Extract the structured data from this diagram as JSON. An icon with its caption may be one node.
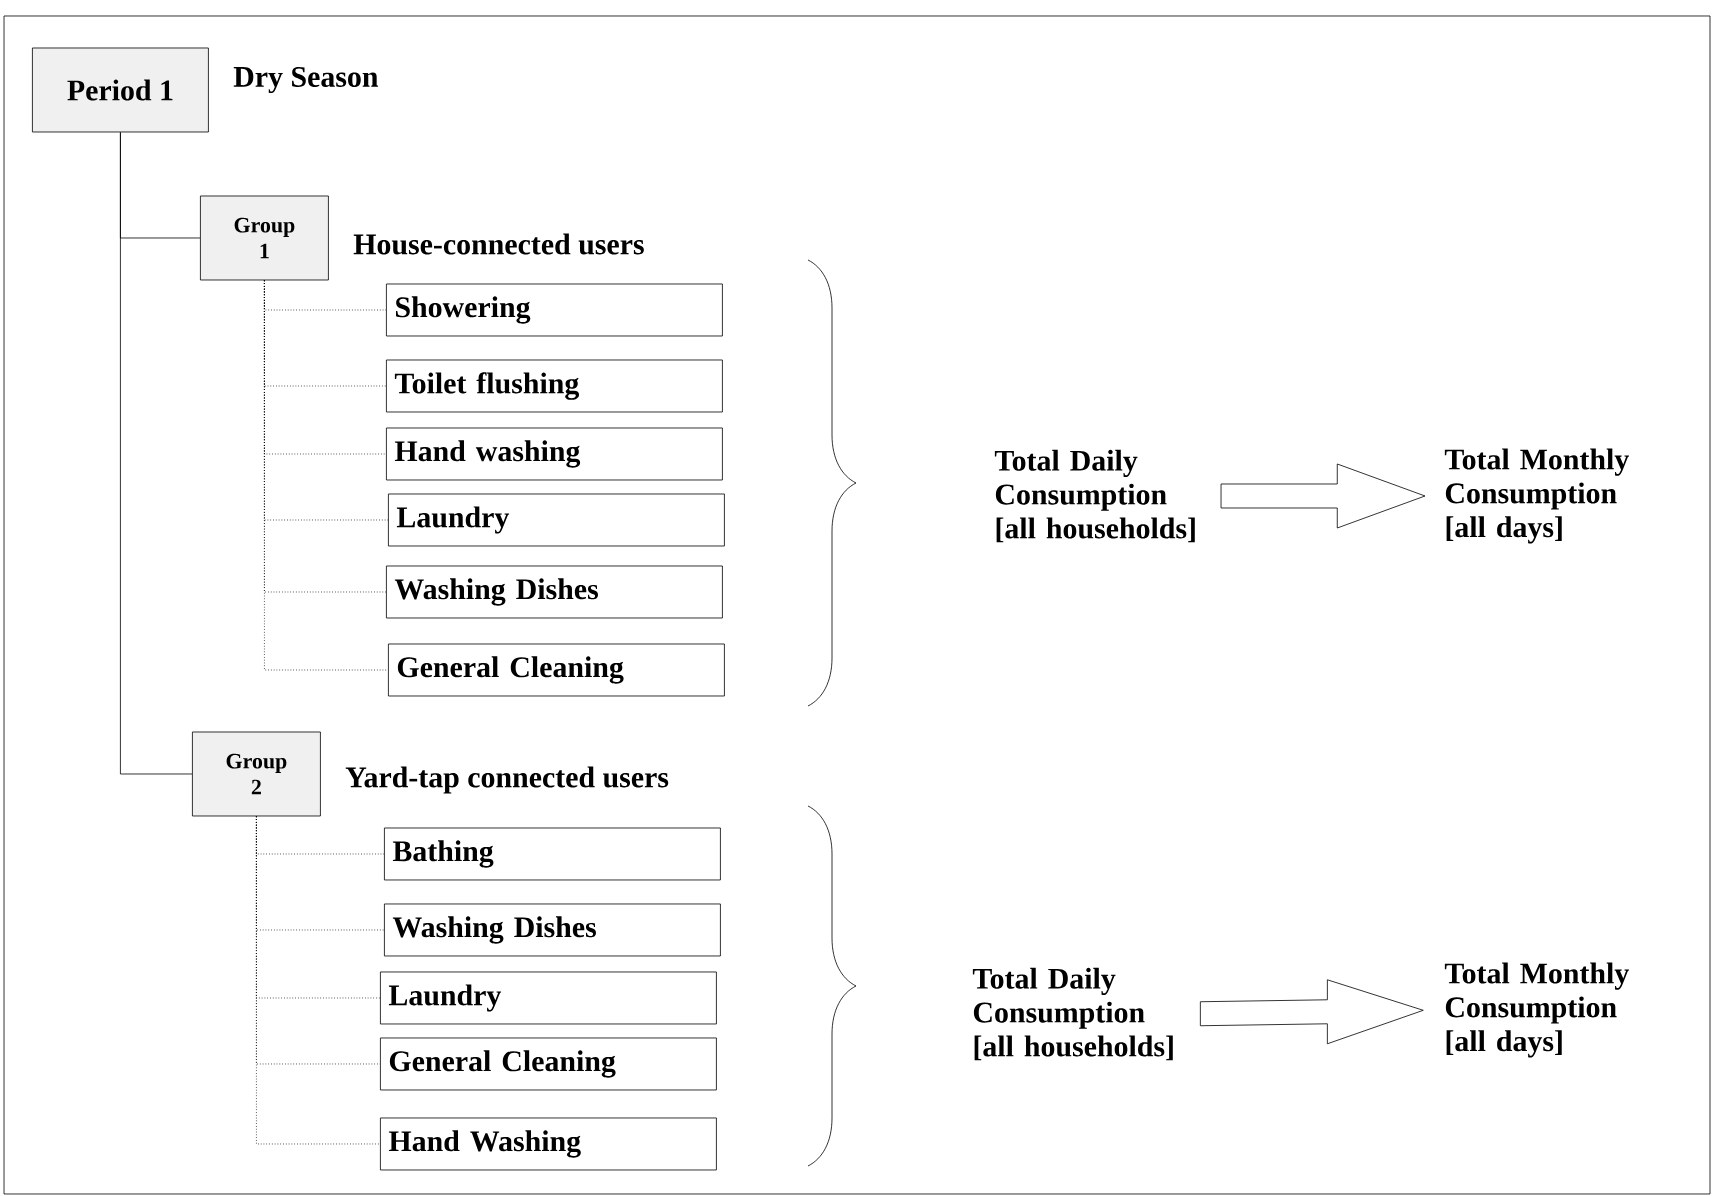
{
  "diagram": {
    "nodes": [
      {
        "text": [
          "Period 1"
        ],
        "beside": [
          "Dry Season"
        ]
      },
      {
        "text": [
          "Group 1"
        ],
        "beside": [
          "House-connected users"
        ]
      },
      {
        "text": [
          "Showering"
        ]
      },
      {
        "text": [
          "Toilet flushing"
        ]
      },
      {
        "text": [
          "Hand washing"
        ]
      },
      {
        "text": [
          "Laundry"
        ]
      },
      {
        "text": [
          "Washing Dishes"
        ]
      },
      {
        "text": [
          "General Cleaning"
        ]
      },
      {
        "text": [
          "Total Daily Consumption [all households]"
        ]
      },
      {
        "text": [
          "Total Monthly Consumption [all days]"
        ]
      },
      {
        "text": [
          "Group 2"
        ],
        "beside": [
          "Yard-tap connected users"
        ]
      },
      {
        "text": [
          "Bathing"
        ]
      },
      {
        "text": [
          "Washing Dishes"
        ]
      },
      {
        "text": [
          "Laundry"
        ]
      },
      {
        "text": [
          "General Cleaning"
        ]
      },
      {
        "text": [
          "Hand Washing"
        ]
      },
      {
        "text": [
          "Total Daily Consumption [all households]"
        ]
      },
      {
        "text": [
          "Total Monthly Consumption [all days]"
        ]
      }
    ],
    "edges": [
      {
        "from": 0,
        "to": 1,
        "arrow": "none"
      },
      {
        "from": 0,
        "to": 10,
        "arrow": "none"
      },
      {
        "from": 1,
        "to": 2,
        "arrow": "none",
        "style": "dashed"
      },
      {
        "from": 1,
        "to": 3,
        "arrow": "none",
        "style": "dashed"
      },
      {
        "from": 1,
        "to": 4,
        "arrow": "none",
        "style": "dashed"
      },
      {
        "from": 1,
        "to": 5,
        "arrow": "none",
        "style": "dashed"
      },
      {
        "from": 1,
        "to": 6,
        "arrow": "none",
        "style": "dashed"
      },
      {
        "from": 1,
        "to": 7,
        "arrow": "none",
        "style": "dashed"
      },
      {
        "from": 8,
        "to": 9,
        "arrow": "to"
      },
      {
        "from": 10,
        "to": 11,
        "arrow": "none",
        "style": "dashed"
      },
      {
        "from": 10,
        "to": 12,
        "arrow": "none",
        "style": "dashed"
      },
      {
        "from": 10,
        "to": 13,
        "arrow": "none",
        "style": "dashed"
      },
      {
        "from": 10,
        "to": 14,
        "arrow": "none",
        "style": "dashed"
      },
      {
        "from": 10,
        "to": 15,
        "arrow": "none",
        "style": "dashed"
      },
      {
        "from": 16,
        "to": 17,
        "arrow": "to"
      }
    ]
  }
}
